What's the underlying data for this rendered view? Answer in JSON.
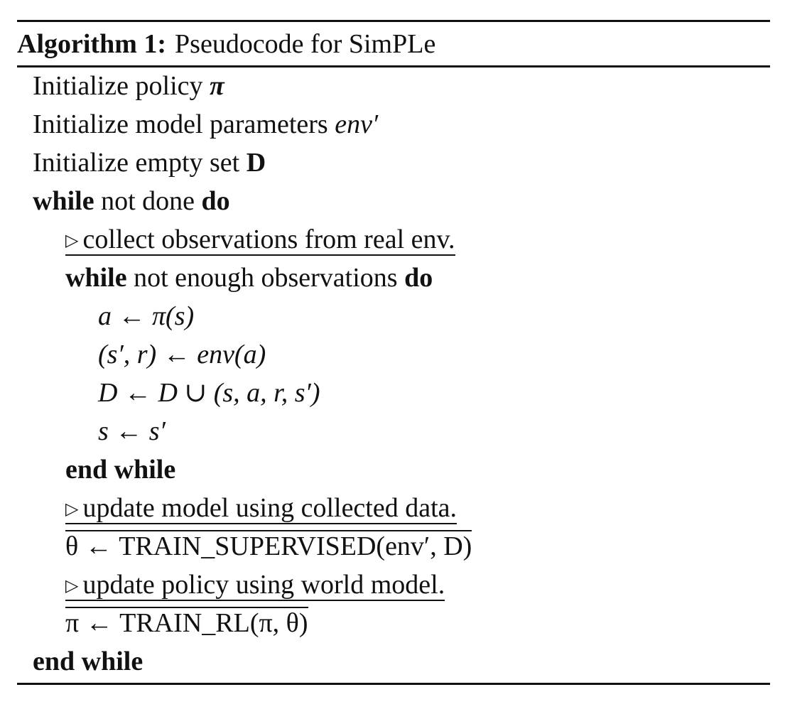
{
  "caption": {
    "label": "Algorithm 1:",
    "title": "Pseudocode for SimPLe"
  },
  "lines": {
    "l1": {
      "text": "Initialize policy ",
      "var": "π"
    },
    "l2": {
      "text": "Initialize model parameters ",
      "var": "env′"
    },
    "l3": {
      "text": "Initialize empty set ",
      "var": "D"
    },
    "l4": {
      "kw1": "while",
      "text": " not done ",
      "kw2": "do"
    },
    "l5": {
      "tri": "▷",
      "text": "collect observations from real env."
    },
    "l6": {
      "kw1": "while",
      "text": " not enough observations ",
      "kw2": "do"
    },
    "l7": {
      "text": "a ← π(s)"
    },
    "l8": {
      "text": "(s′, r) ← env(a)"
    },
    "l9": {
      "text": "D ← D ∪ (s, a, r, s′)"
    },
    "l10": {
      "text": "s ← s′"
    },
    "l11": {
      "kw": "end while"
    },
    "l12": {
      "tri": "▷",
      "text": "update model using collected data."
    },
    "l13": {
      "text": "θ ← TRAIN_SUPERVISED(env′, D)"
    },
    "l14": {
      "tri": "▷",
      "text": "update policy using world model."
    },
    "l15": {
      "text": "π ← TRAIN_RL(π, θ)"
    },
    "l16": {
      "kw": "end while"
    }
  }
}
